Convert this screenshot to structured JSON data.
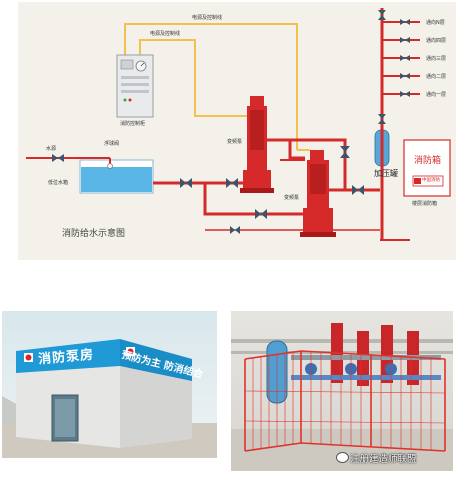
{
  "diagram": {
    "caption": "消防给水示意图",
    "labels": {
      "power_line_1": "电源及控制线",
      "power_line_2": "电源及控制线",
      "control_cabinet": "消防控制柜",
      "water_source": "水源",
      "float_valve": "浮球阀",
      "low_tank": "低位水箱",
      "pump_1": "变频泵",
      "pump_2": "变频泵",
      "pressure_tank": "加压罐",
      "hydrant_box": "消防箱",
      "hydrant_box_brand": "中国消防",
      "floor_hydrant": "楼层消防箱"
    },
    "floors": [
      "通向N层",
      "通向四层",
      "通向三层",
      "通向二层",
      "通向一层"
    ],
    "colors": {
      "pipe_red": "#d62a2a",
      "control_wire": "#f2c14e",
      "tank_water": "#5ab6e6",
      "background": "#f3f1ea"
    }
  },
  "photo_left": {
    "sign_left": "消防泵房",
    "sign_right": "预防为主 防消结合"
  },
  "watermark": {
    "text": "注册建造师联盟"
  }
}
